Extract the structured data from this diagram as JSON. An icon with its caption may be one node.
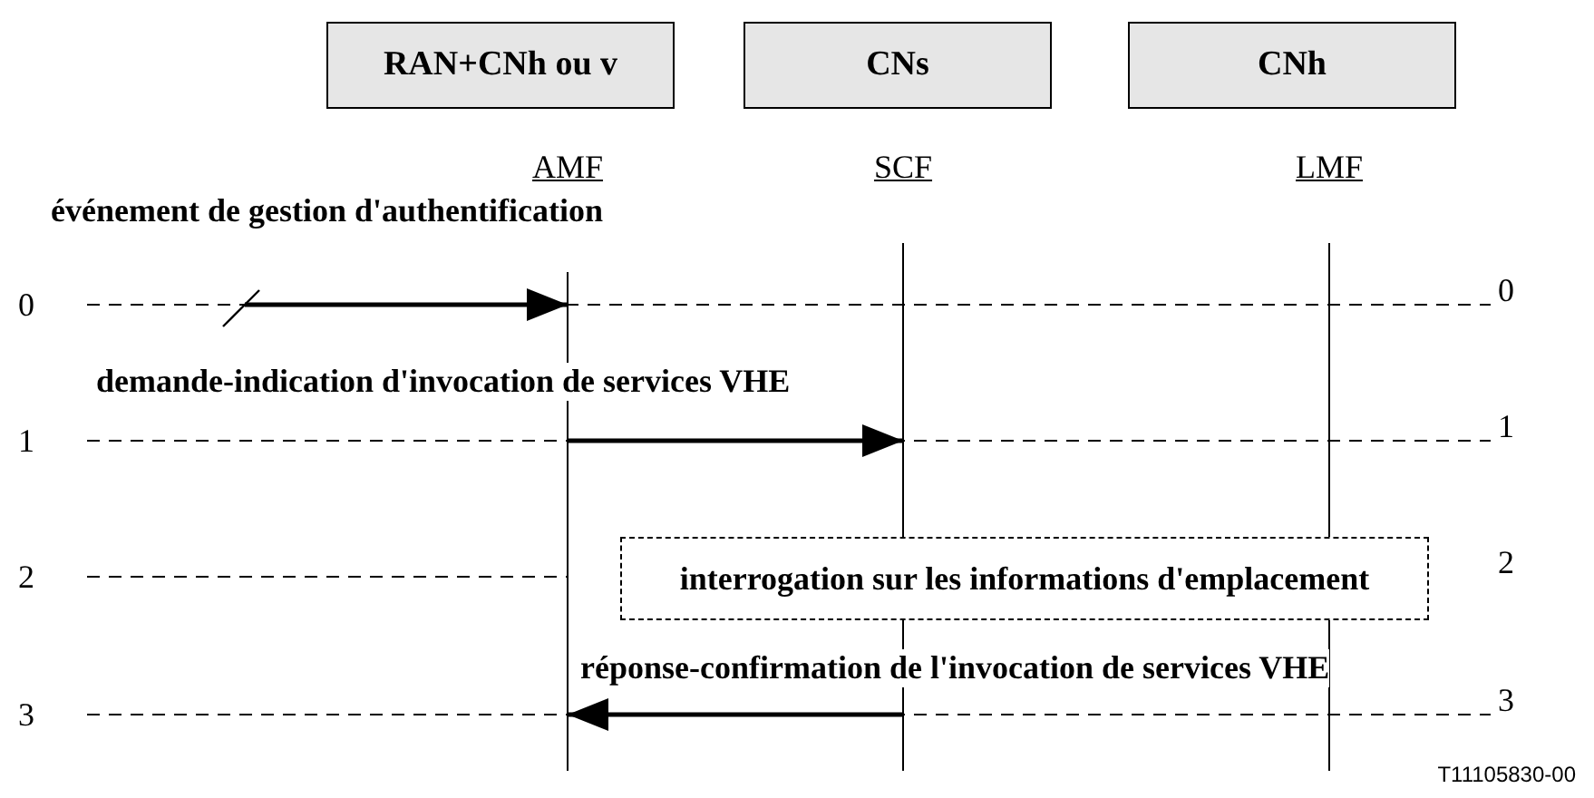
{
  "diagram": {
    "nodes": [
      {
        "text": [
          "RAN+CNh ou v"
        ]
      },
      {
        "text": [
          "CNs"
        ]
      },
      {
        "text": [
          "CNh"
        ]
      },
      {
        "text": [
          "AMF"
        ]
      },
      {
        "text": [
          "SCF"
        ]
      },
      {
        "text": [
          "LMF"
        ]
      },
      {
        "text": [
          "interrogation sur les informations d'emplacement"
        ]
      }
    ],
    "edges": [
      {
        "from": null,
        "to": 3,
        "arrow": "to",
        "label": "événement de gestion d'authentification"
      },
      {
        "from": 3,
        "to": 4,
        "arrow": "to",
        "label": "demande-indication d'invocation de services VHE"
      },
      {
        "from": 4,
        "to": 3,
        "arrow": "to",
        "label": "réponse-confirmation de l'invocation de services VHE"
      }
    ],
    "labels": [
      "0",
      "0",
      "1",
      "1",
      "2",
      "2",
      "3",
      "3",
      "T11105830-00"
    ]
  }
}
